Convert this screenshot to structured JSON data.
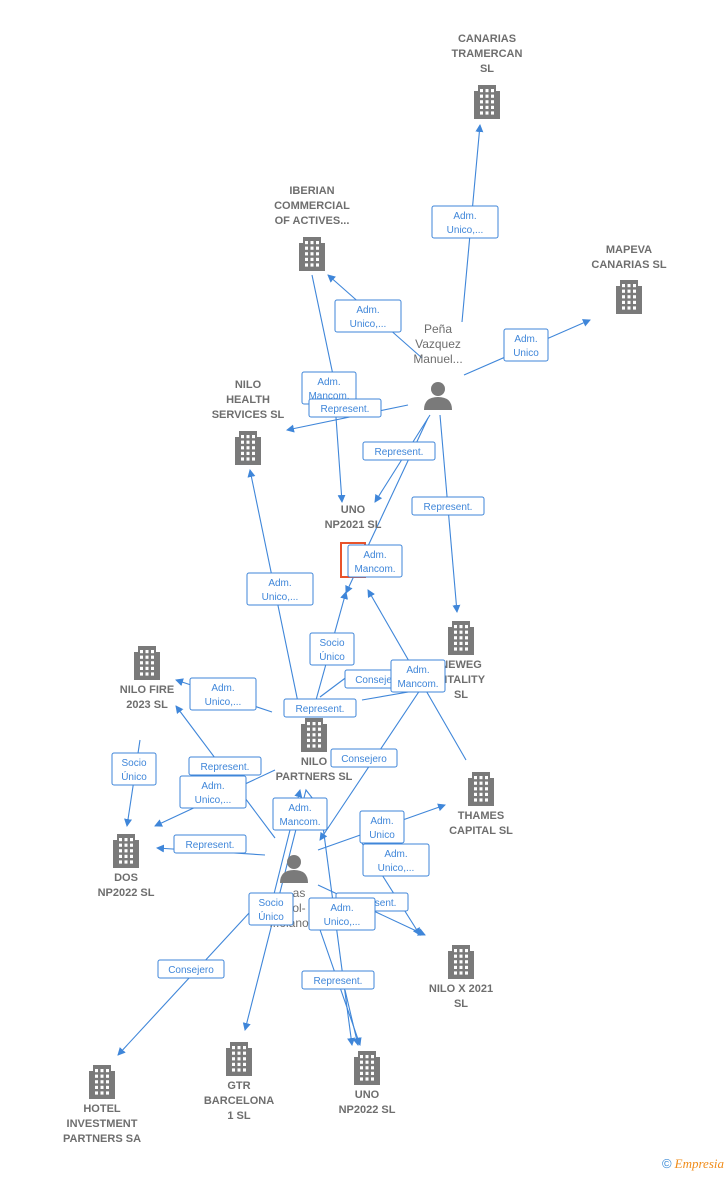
{
  "nodes": [
    {
      "id": "canarias",
      "type": "company",
      "lines": [
        "CANARIAS",
        "TRAMERCAN",
        "SL"
      ]
    },
    {
      "id": "iberian",
      "type": "company",
      "lines": [
        "IBERIAN",
        "COMMERCIAL",
        "OF ACTIVES..."
      ]
    },
    {
      "id": "mapeva",
      "type": "company",
      "lines": [
        "MAPEVA",
        "CANARIAS SL"
      ]
    },
    {
      "id": "pena",
      "type": "person",
      "lines": [
        "Peña",
        "Vazquez",
        "Manuel..."
      ]
    },
    {
      "id": "nilohealth",
      "type": "company",
      "lines": [
        "NILO",
        "HEALTH",
        "SERVICES  SL"
      ]
    },
    {
      "id": "uno2021",
      "type": "company",
      "lines": [
        "UNO",
        "NP2021  SL"
      ],
      "highlight": true
    },
    {
      "id": "neweg",
      "type": "company",
      "lines": [
        "NEWEG",
        "PITALITY",
        "SL"
      ]
    },
    {
      "id": "nilofire",
      "type": "company",
      "lines": [
        "NILO FIRE",
        "2023  SL"
      ]
    },
    {
      "id": "nilopartners",
      "type": "company",
      "lines": [
        "NILO",
        "PARTNERS  SL"
      ]
    },
    {
      "id": "thames",
      "type": "company",
      "lines": [
        "THAMES",
        "CAPITAL  SL"
      ]
    },
    {
      "id": "dos2022",
      "type": "company",
      "lines": [
        "DOS",
        "NP2022  SL"
      ]
    },
    {
      "id": "person2",
      "type": "person",
      "lines": [
        "...as",
        "...ol-",
        "...olano..."
      ]
    },
    {
      "id": "nilox",
      "type": "company",
      "lines": [
        "NILO X 2021",
        "SL"
      ]
    },
    {
      "id": "hotel",
      "type": "company",
      "lines": [
        "HOTEL",
        "INVESTMENT",
        "PARTNERS SA"
      ]
    },
    {
      "id": "gtr",
      "type": "company",
      "lines": [
        "GTR",
        "BARCELONA",
        "1  SL"
      ]
    },
    {
      "id": "uno2022",
      "type": "company",
      "lines": [
        "UNO",
        "NP2022  SL"
      ]
    }
  ],
  "edge_labels": [
    {
      "id": "e1",
      "lines": [
        "Adm.",
        "Unico,..."
      ]
    },
    {
      "id": "e2",
      "lines": [
        "Adm.",
        "Unico"
      ]
    },
    {
      "id": "e3",
      "lines": [
        "Adm.",
        "Unico,..."
      ]
    },
    {
      "id": "e4",
      "lines": [
        "Adm.",
        "Mancom."
      ]
    },
    {
      "id": "e5",
      "lines": [
        "Represent."
      ]
    },
    {
      "id": "e6",
      "lines": [
        "Represent."
      ]
    },
    {
      "id": "e7",
      "lines": [
        "Represent."
      ]
    },
    {
      "id": "e8",
      "lines": [
        "Adm.",
        "Mancom."
      ]
    },
    {
      "id": "e9",
      "lines": [
        "Adm.",
        "Unico,..."
      ]
    },
    {
      "id": "e10",
      "lines": [
        "Socio",
        "Único"
      ]
    },
    {
      "id": "e11",
      "lines": [
        "Consejero"
      ]
    },
    {
      "id": "e12",
      "lines": [
        "Adm.",
        "Mancom."
      ]
    },
    {
      "id": "e13",
      "lines": [
        "Adm.",
        "Unico,..."
      ]
    },
    {
      "id": "e14",
      "lines": [
        "Represent."
      ]
    },
    {
      "id": "e15",
      "lines": [
        "Socio",
        "Único"
      ]
    },
    {
      "id": "e16",
      "lines": [
        "Represent."
      ]
    },
    {
      "id": "e17",
      "lines": [
        "Adm.",
        "Unico,..."
      ]
    },
    {
      "id": "e18",
      "lines": [
        "Consejero"
      ]
    },
    {
      "id": "e19",
      "lines": [
        "Adm.",
        "Mancom."
      ]
    },
    {
      "id": "e20",
      "lines": [
        "Adm.",
        "Unico"
      ]
    },
    {
      "id": "e21",
      "lines": [
        "Represent."
      ]
    },
    {
      "id": "e22",
      "lines": [
        "Adm.",
        "Unico,..."
      ]
    },
    {
      "id": "e23",
      "lines": [
        "Socio",
        "Único"
      ]
    },
    {
      "id": "e24",
      "lines": [
        "Represent."
      ]
    },
    {
      "id": "e25",
      "lines": [
        "Adm.",
        "Unico,..."
      ]
    },
    {
      "id": "e26",
      "lines": [
        "Consejero"
      ]
    },
    {
      "id": "e27",
      "lines": [
        "Represent."
      ]
    }
  ],
  "footer": {
    "copyright": "©",
    "brand": "Empresia"
  },
  "colors": {
    "edge": "#3f86d9",
    "node": "#7a7a7a",
    "highlight": "#e8532b",
    "brand": "#f08c1a"
  }
}
